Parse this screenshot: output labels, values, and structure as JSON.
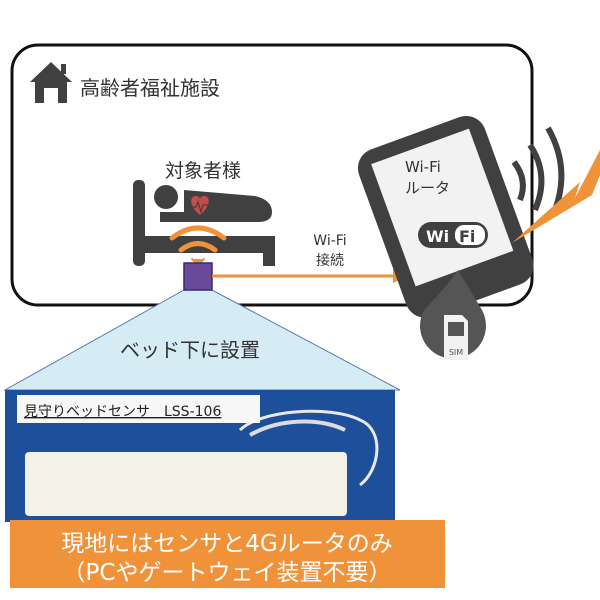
{
  "facility": {
    "title": "高齢者福祉施設",
    "icon": "house-icon"
  },
  "subject": {
    "label": "対象者様",
    "icon": "bed-patient-icon"
  },
  "connection": {
    "line1": "Wi-Fi",
    "line2": "接続"
  },
  "router": {
    "line1": "Wi-Fi",
    "line2": "ルータ",
    "logo_wi": "Wi",
    "logo_fi": "Fi",
    "sim_label": "SIM"
  },
  "placement": {
    "label": "ベッド下に設置"
  },
  "product": {
    "label": "見守りベッドセンサ　LSS-106"
  },
  "banner": {
    "line1": "現地にはセンサと4Gルータのみ",
    "line2": "（PCやゲートウェイ装置不要）"
  },
  "colors": {
    "accent": "#f0923a",
    "sensor": "#6a4a9a",
    "icon": "#404040",
    "photo_bg": "#1d4f9a",
    "cone": "#d6ecf5",
    "heart": "#c94a4a"
  }
}
